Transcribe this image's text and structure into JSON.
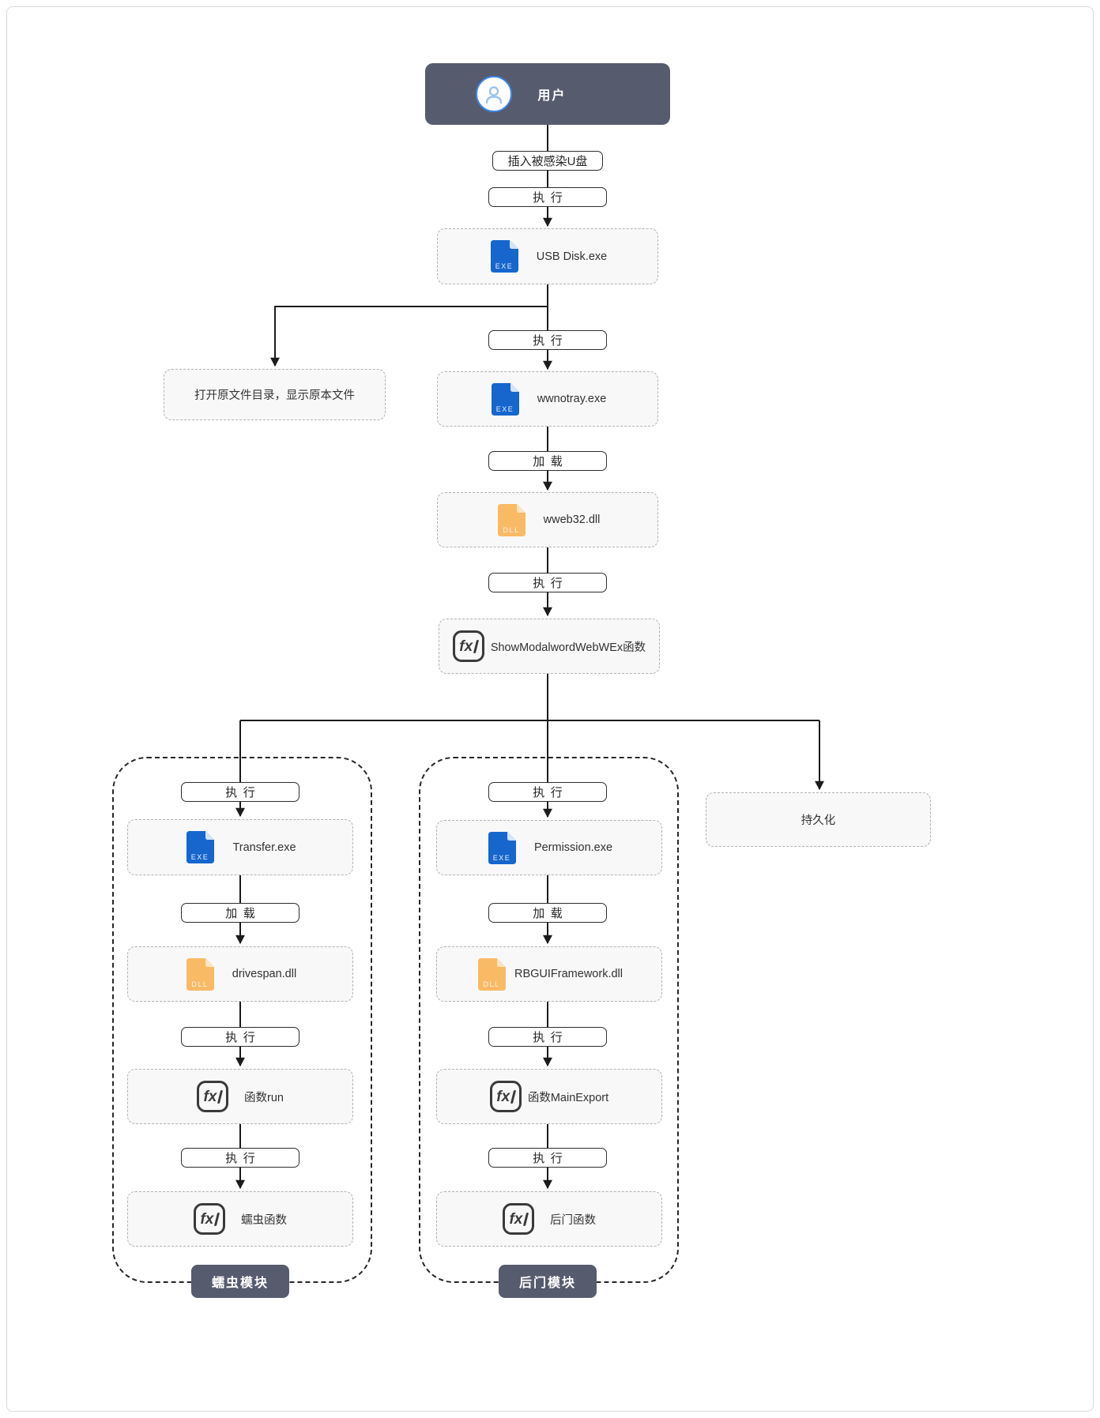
{
  "header": {
    "label": "用户"
  },
  "flow": {
    "edge_insert_usb": "插入被感染U盘",
    "edge_exec_1": "执行",
    "node_usb": "USB Disk.exe",
    "node_open_dir": "打开原文件目录，显示原本文件",
    "edge_exec_2": "执行",
    "node_wwnotray": "wwnotray.exe",
    "edge_load_1": "加载",
    "node_wweb32": "wweb32.dll",
    "edge_exec_3": "执行",
    "node_showmodal": "ShowModalwordWebWEx函数",
    "node_persistence": "持久化"
  },
  "worm_module": {
    "badge": "蠕虫模块",
    "edge_exec_a": "执行",
    "node_transfer": "Transfer.exe",
    "edge_load": "加载",
    "node_drivespan": "drivespan.dll",
    "edge_exec_b": "执行",
    "node_func_run": "函数run",
    "edge_exec_c": "执行",
    "node_worm_func": "蠕虫函数"
  },
  "backdoor_module": {
    "badge": "后门模块",
    "edge_exec_a": "执行",
    "node_permission": "Permission.exe",
    "edge_load": "加载",
    "node_rbgui": "RBGUIFramework.dll",
    "edge_exec_b": "执行",
    "node_func_mainexport": "函数MainExport",
    "edge_exec_c": "执行",
    "node_backdoor_func": "后门函数"
  },
  "icons": {
    "exe_badge": "EXE",
    "dll_badge": "DLL",
    "fx_glyph": "fx",
    "user_icon": "user-avatar"
  },
  "colors": {
    "header_bg": "#565b6e",
    "badge_bg": "#565b6e",
    "exe_blue": "#1666cd",
    "exe_fold": "#d4e4f8",
    "dll_orange": "#f9ba66",
    "dll_fold": "#fde4c0",
    "node_bg": "#f8f8f8",
    "line": "#1b1b1b",
    "avatar_ring": "#3f86e8"
  }
}
